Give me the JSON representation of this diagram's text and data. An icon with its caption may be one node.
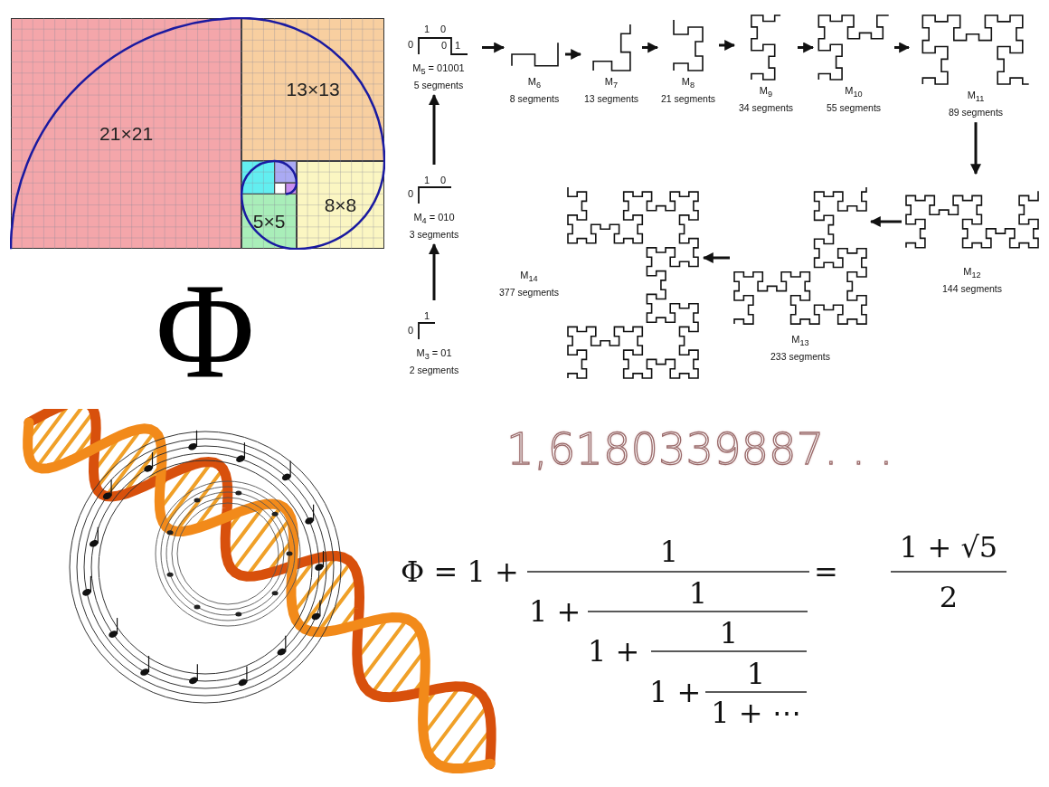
{
  "diagram": {
    "nodes": [
      {
        "text": [
          "21×21"
        ]
      },
      {
        "text": [
          "13×13"
        ]
      },
      {
        "text": [
          "8×8"
        ]
      },
      {
        "text": [
          "5×5"
        ]
      },
      {
        "text": [
          "M$_{3}$ = 01",
          "2 segments"
        ]
      },
      {
        "text": [
          "M$_{4}$ = 010",
          "3 segments"
        ]
      },
      {
        "text": [
          "M$_{5}$ = 01001",
          "5 segments"
        ]
      },
      {
        "text": [
          "M$_{6}$",
          "8 segments"
        ]
      },
      {
        "text": [
          "M$_{7}$",
          "13 segments"
        ]
      },
      {
        "text": [
          "M$_{8}$",
          "21 segments"
        ]
      },
      {
        "text": [
          "M$_{9}$",
          "34 segments"
        ]
      },
      {
        "text": [
          "M$_{10}$",
          "55 segments"
        ]
      },
      {
        "text": [
          "M$_{11}$",
          "89 segments"
        ]
      },
      {
        "text": [
          "M$_{12}$",
          "144 segments"
        ]
      },
      {
        "text": [
          "M$_{13}$",
          "233 segments"
        ]
      },
      {
        "text": [
          "M$_{14}$",
          "377 segments"
        ]
      }
    ],
    "edges": [
      {
        "from": 4,
        "to": 5,
        "arrow": "to"
      },
      {
        "from": 5,
        "to": 6,
        "arrow": "to"
      },
      {
        "from": 6,
        "to": 7,
        "arrow": "to"
      },
      {
        "from": 7,
        "to": 8,
        "arrow": "to"
      },
      {
        "from": 8,
        "to": 9,
        "arrow": "to"
      },
      {
        "from": 9,
        "to": 10,
        "arrow": "to"
      },
      {
        "from": 10,
        "to": 11,
        "arrow": "to"
      },
      {
        "from": 11,
        "to": 12,
        "arrow": "to"
      },
      {
        "from": 12,
        "to": 13,
        "arrow": "to"
      },
      {
        "from": 13,
        "to": 14,
        "arrow": "to"
      },
      {
        "from": 14,
        "to": 15,
        "arrow": "to"
      }
    ],
    "labels": [
      "1",
      "0",
      "0",
      "0",
      "1",
      "1",
      "0",
      "0",
      "1",
      "0",
      "Φ",
      "1,6180339887. . .",
      "Φ = 1 +",
      "1",
      "1 +",
      "1",
      "1 +",
      "1",
      "1 +",
      "1",
      "1 + ⋯",
      "=",
      "1 + √5",
      "2"
    ]
  }
}
